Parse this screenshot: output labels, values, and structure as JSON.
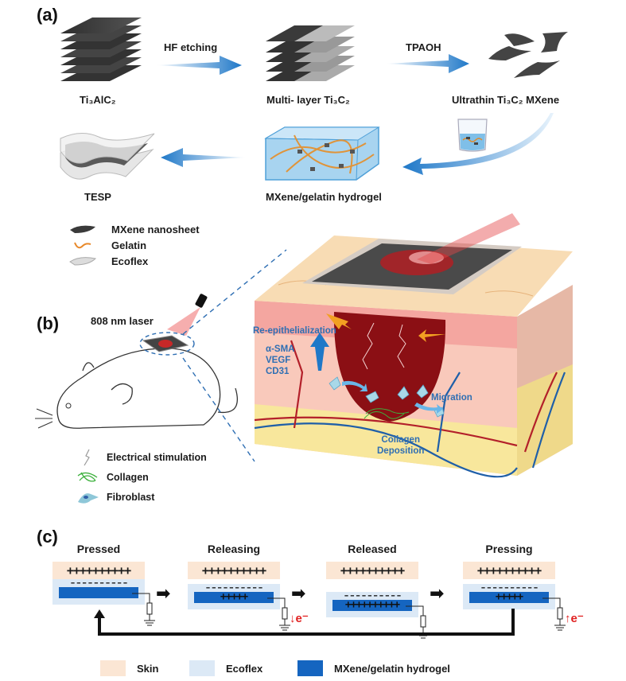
{
  "panels": {
    "a": {
      "label": "(a)",
      "steps": [
        {
          "name": "Ti₃AlC₂"
        },
        {
          "name": "Multi- layer Ti₃C₂"
        },
        {
          "name": "Ultrathin Ti₃C₂ MXene"
        },
        {
          "name": "MXene/gelatin hydrogel"
        },
        {
          "name": "TESP"
        }
      ],
      "arrows": [
        {
          "label": "HF etching"
        },
        {
          "label": "TPAOH"
        }
      ],
      "legend": [
        {
          "icon": "mxene-nanosheet-icon",
          "label": "MXene nanosheet"
        },
        {
          "icon": "gelatin-icon",
          "label": "Gelatin"
        },
        {
          "icon": "ecoflex-icon",
          "label": "Ecoflex"
        }
      ]
    },
    "b": {
      "label": "(b)",
      "laser_label": "808 nm laser",
      "annotations": {
        "reepithelialization": "Re-epithelialization",
        "markers": [
          "α-SMA",
          "VEGF",
          "CD31"
        ],
        "migration": "Migration",
        "collagen_deposition_1": "Collagen",
        "collagen_deposition_2": "Deposition"
      },
      "legend": [
        {
          "icon": "electrical-stimulation-icon",
          "label": "Electrical stimulation"
        },
        {
          "icon": "collagen-icon",
          "label": "Collagen"
        },
        {
          "icon": "fibroblast-icon",
          "label": "Fibroblast"
        }
      ]
    },
    "c": {
      "label": "(c)",
      "stages": [
        {
          "title": "Pressed",
          "skin_charges": "++++++++++",
          "ecoflex_charges": "– – – – – – – – – –",
          "hydrogel_charges": "",
          "electron": ""
        },
        {
          "title": "Releasing",
          "skin_charges": "++++++++++",
          "ecoflex_charges": "– – – – – – – – – –",
          "hydrogel_charges": "+++++",
          "electron": "e⁻"
        },
        {
          "title": "Released",
          "skin_charges": "++++++++++",
          "ecoflex_charges": "– – – – – – – – – –",
          "hydrogel_charges": "++++++++++",
          "electron": ""
        },
        {
          "title": "Pressing",
          "skin_charges": "++++++++++",
          "ecoflex_charges": "– – – – – – – – – –",
          "hydrogel_charges": "+++++",
          "electron": "e⁻"
        }
      ],
      "legend": [
        {
          "label": "Skin",
          "color": "#fbe6d4"
        },
        {
          "label": "Ecoflex",
          "color": "#dce9f6"
        },
        {
          "label": "MXene/gelatin hydrogel",
          "color": "#1565c0"
        }
      ]
    }
  },
  "colors": {
    "arrow_blue": "#1f78c8",
    "electron_red": "#e02020",
    "annotation_blue": "#2f6fb3",
    "wound_red": "#8b0f14",
    "skin_top": "#f8dcb4",
    "dermis": "#f6c3b6"
  }
}
